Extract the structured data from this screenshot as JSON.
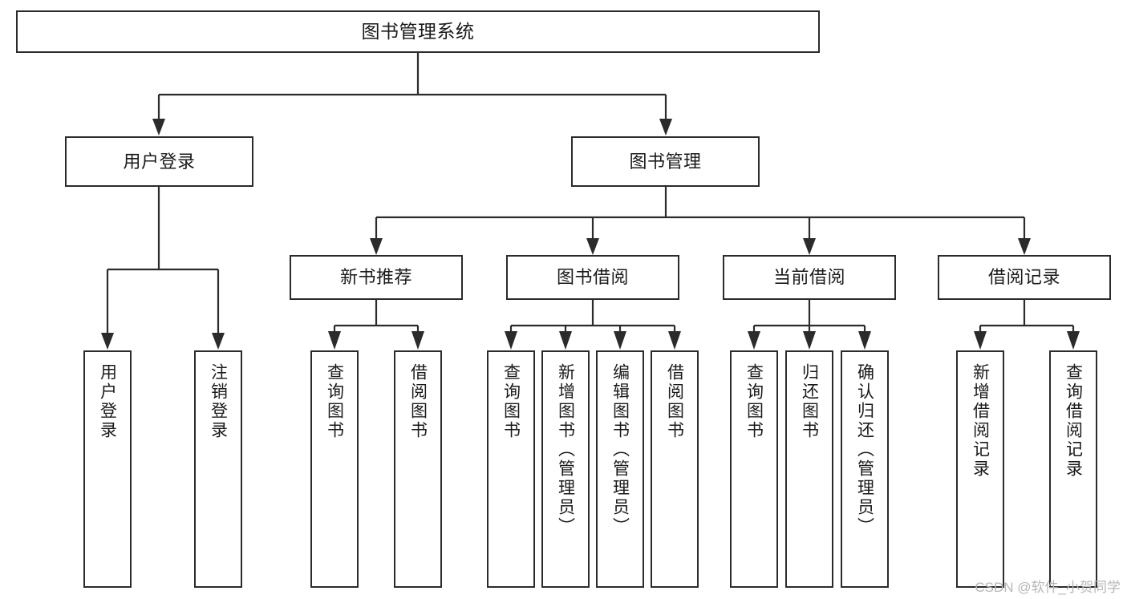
{
  "diagram": {
    "title": "图书管理系统",
    "watermark": "CSDN @软件_小贺同学",
    "colors": {
      "stroke": "#2b2b2b",
      "box_fill": "#ffffff",
      "text": "#1a1a1a",
      "background": "#ffffff",
      "watermark": "#b7b7b7"
    },
    "root": {
      "label": "图书管理系统"
    },
    "level2": [
      {
        "label": "用户登录"
      },
      {
        "label": "图书管理"
      }
    ],
    "level3": [
      {
        "label": "新书推荐"
      },
      {
        "label": "图书借阅"
      },
      {
        "label": "当前借阅"
      },
      {
        "label": "借阅记录"
      }
    ],
    "leaves": {
      "user_login": [
        {
          "label": "用户登录"
        },
        {
          "label": "注销登录"
        }
      ],
      "new_book_recommend": [
        {
          "label": "查询图书"
        },
        {
          "label": "借阅图书"
        }
      ],
      "book_borrow": [
        {
          "label": "查询图书"
        },
        {
          "label": "新增图书（管理员）"
        },
        {
          "label": "编辑图书（管理员）"
        },
        {
          "label": "借阅图书"
        }
      ],
      "current_borrow": [
        {
          "label": "查询图书"
        },
        {
          "label": "归还图书"
        },
        {
          "label": "确认归还（管理员）"
        }
      ],
      "borrow_record": [
        {
          "label": "新增借阅记录"
        },
        {
          "label": "查询借阅记录"
        }
      ]
    }
  },
  "chart_data": {
    "type": "diagram",
    "subtype": "tree",
    "title": "图书管理系统",
    "orientation": "top-down",
    "nodes": [
      {
        "id": "root",
        "label": "图书管理系统",
        "level": 0,
        "parent": null
      },
      {
        "id": "n-user-login",
        "label": "用户登录",
        "level": 1,
        "parent": "root"
      },
      {
        "id": "n-book-mgmt",
        "label": "图书管理",
        "level": 1,
        "parent": "root"
      },
      {
        "id": "n-user-login-do",
        "label": "用户登录",
        "level": 2,
        "parent": "n-user-login"
      },
      {
        "id": "n-user-logout",
        "label": "注销登录",
        "level": 2,
        "parent": "n-user-login"
      },
      {
        "id": "n-new-book",
        "label": "新书推荐",
        "level": 2,
        "parent": "n-book-mgmt"
      },
      {
        "id": "n-book-borrow",
        "label": "图书借阅",
        "level": 2,
        "parent": "n-book-mgmt"
      },
      {
        "id": "n-current-borrow",
        "label": "当前借阅",
        "level": 2,
        "parent": "n-book-mgmt"
      },
      {
        "id": "n-borrow-record",
        "label": "借阅记录",
        "level": 2,
        "parent": "n-book-mgmt"
      },
      {
        "id": "n-nb-query",
        "label": "查询图书",
        "level": 3,
        "parent": "n-new-book"
      },
      {
        "id": "n-nb-borrow",
        "label": "借阅图书",
        "level": 3,
        "parent": "n-new-book"
      },
      {
        "id": "n-bb-query",
        "label": "查询图书",
        "level": 3,
        "parent": "n-book-borrow"
      },
      {
        "id": "n-bb-add",
        "label": "新增图书（管理员）",
        "level": 3,
        "parent": "n-book-borrow"
      },
      {
        "id": "n-bb-edit",
        "label": "编辑图书（管理员）",
        "level": 3,
        "parent": "n-book-borrow"
      },
      {
        "id": "n-bb-borrow",
        "label": "借阅图书",
        "level": 3,
        "parent": "n-book-borrow"
      },
      {
        "id": "n-cb-query",
        "label": "查询图书",
        "level": 3,
        "parent": "n-current-borrow"
      },
      {
        "id": "n-cb-return",
        "label": "归还图书",
        "level": 3,
        "parent": "n-current-borrow"
      },
      {
        "id": "n-cb-confirm",
        "label": "确认归还（管理员）",
        "level": 3,
        "parent": "n-current-borrow"
      },
      {
        "id": "n-br-add",
        "label": "新增借阅记录",
        "level": 3,
        "parent": "n-borrow-record"
      },
      {
        "id": "n-br-query",
        "label": "查询借阅记录",
        "level": 3,
        "parent": "n-borrow-record"
      }
    ],
    "edges": [
      {
        "from": "root",
        "to": "n-user-login"
      },
      {
        "from": "root",
        "to": "n-book-mgmt"
      },
      {
        "from": "n-user-login",
        "to": "n-user-login-do"
      },
      {
        "from": "n-user-login",
        "to": "n-user-logout"
      },
      {
        "from": "n-book-mgmt",
        "to": "n-new-book"
      },
      {
        "from": "n-book-mgmt",
        "to": "n-book-borrow"
      },
      {
        "from": "n-book-mgmt",
        "to": "n-current-borrow"
      },
      {
        "from": "n-book-mgmt",
        "to": "n-borrow-record"
      },
      {
        "from": "n-new-book",
        "to": "n-nb-query"
      },
      {
        "from": "n-new-book",
        "to": "n-nb-borrow"
      },
      {
        "from": "n-book-borrow",
        "to": "n-bb-query"
      },
      {
        "from": "n-book-borrow",
        "to": "n-bb-add"
      },
      {
        "from": "n-book-borrow",
        "to": "n-bb-edit"
      },
      {
        "from": "n-book-borrow",
        "to": "n-bb-borrow"
      },
      {
        "from": "n-current-borrow",
        "to": "n-cb-query"
      },
      {
        "from": "n-current-borrow",
        "to": "n-cb-return"
      },
      {
        "from": "n-current-borrow",
        "to": "n-cb-confirm"
      },
      {
        "from": "n-borrow-record",
        "to": "n-br-add"
      },
      {
        "from": "n-borrow-record",
        "to": "n-br-query"
      }
    ],
    "edge_style": "orthogonal-with-arrowheads",
    "legend": null
  }
}
